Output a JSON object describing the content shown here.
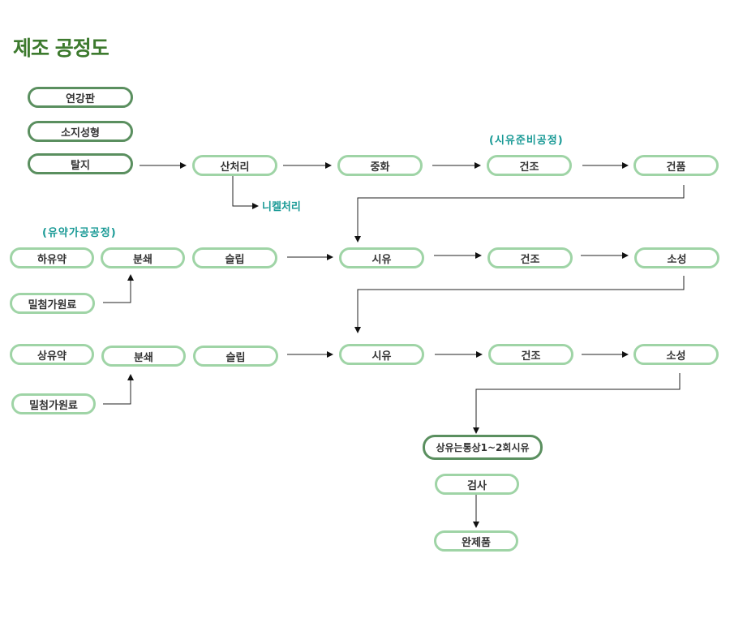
{
  "title": "제조 공정도",
  "notes": {
    "glaze_prep": "(시유준비공정)",
    "glaze_process": "(유약가공공정)",
    "nickel": "니켈처리"
  },
  "row1": {
    "enamel_plate": "연강판",
    "base_forming": "소지성형",
    "degreasing": "탈지",
    "pickling": "산처리",
    "neutralize": "중화",
    "drying": "건조",
    "dry_product": "건품"
  },
  "row2": {
    "ground_glaze": "하유약",
    "grinding": "분쇄",
    "slip": "슬립",
    "glazing": "시유",
    "drying": "건조",
    "firing": "소성",
    "mill_additive": "밀첨가원료"
  },
  "row3": {
    "cover_glaze": "상유약",
    "grinding": "분쇄",
    "slip": "슬립",
    "glazing": "시유",
    "drying": "건조",
    "firing": "소성",
    "mill_additive": "밀첨가원료"
  },
  "final": {
    "cover_note": "상유는통상1~2회시유",
    "inspection": "검사",
    "finished": "완제품"
  }
}
